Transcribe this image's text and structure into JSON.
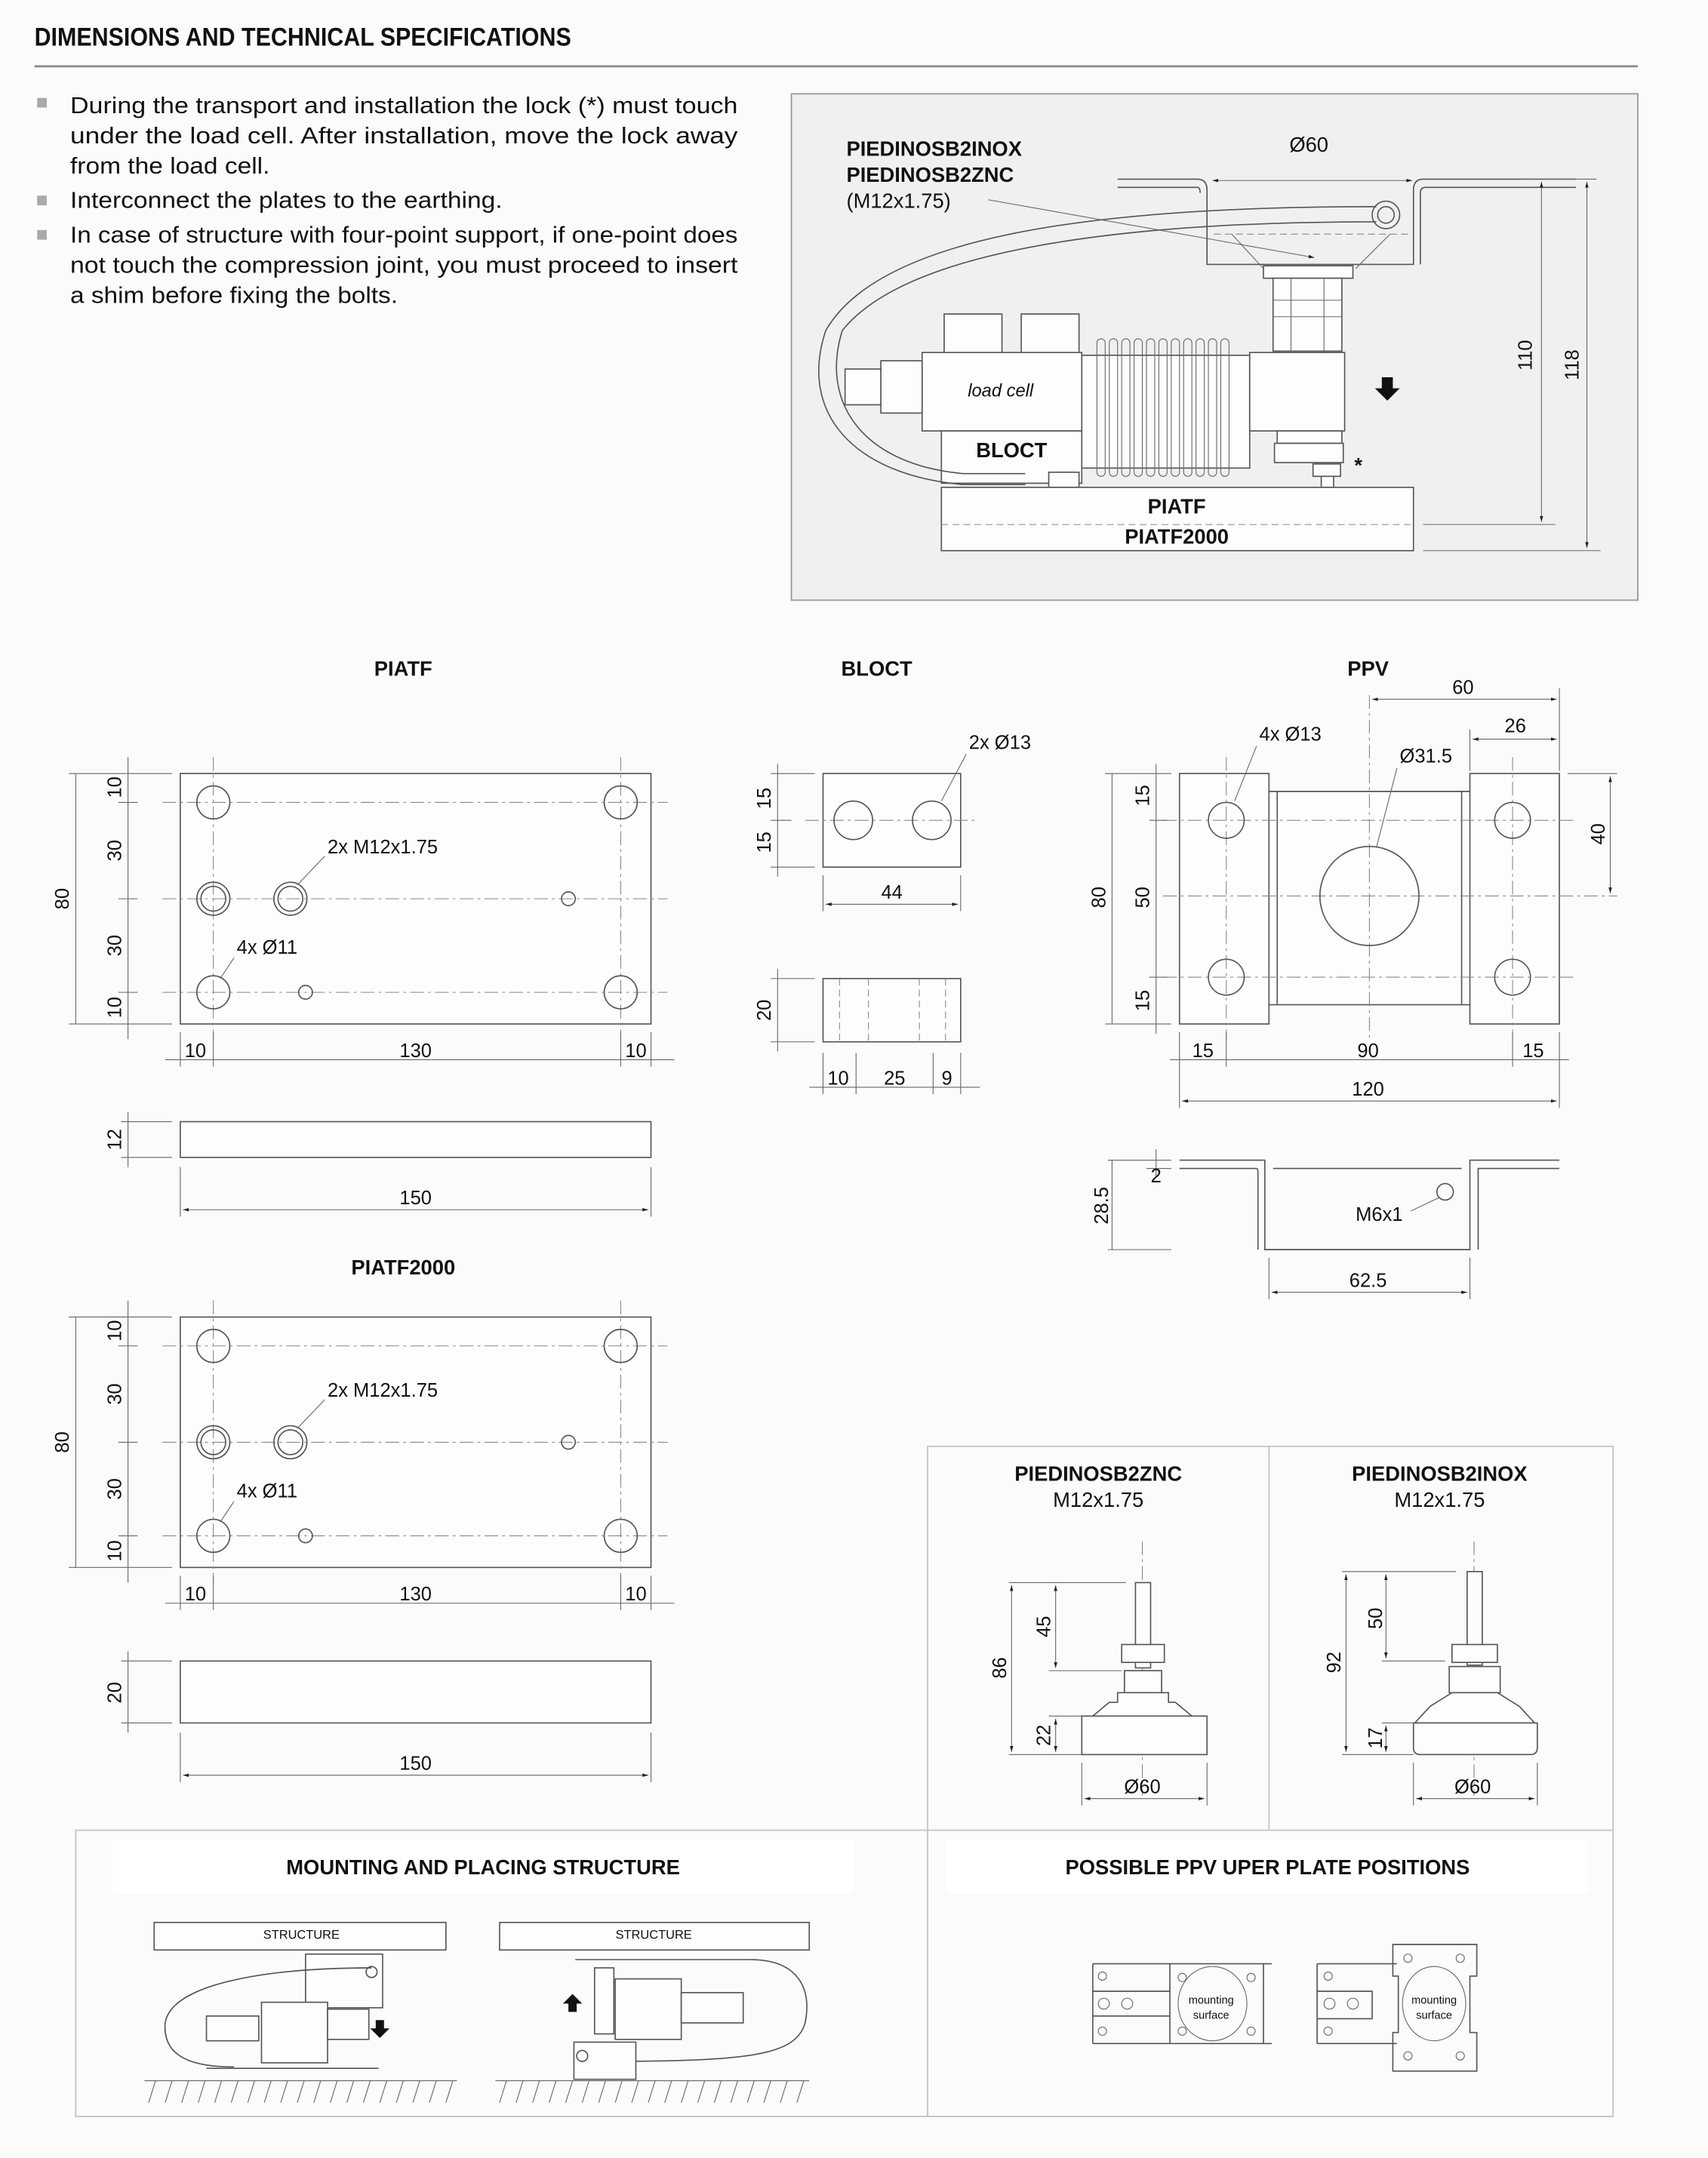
{
  "header": {
    "title": "DIMENSIONS AND TECHNICAL SPECIFICATIONS"
  },
  "notes": [
    [
      "During the transport and installation the lock (*) must touch",
      "under the load cell. After installation, move the lock away",
      "from the load cell."
    ],
    [
      "Interconnect the plates to the earthing."
    ],
    [
      "In case of structure with four-point support, if one-point does",
      "not touch the compression joint, you must proceed to insert",
      "a shim before fixing the bolts."
    ]
  ],
  "assembly": {
    "part_inox": "PIEDINOSB2INOX",
    "part_znc": "PIEDINOSB2ZNC",
    "thread": "(M12x1.75)",
    "diameter": "Ø60",
    "height_110": "110",
    "height_118": "118",
    "load_cell": "load cell",
    "bloct": "BLOCT",
    "piatf": "PIATF",
    "piatf2000": "PIATF2000",
    "lock_mark": "*"
  },
  "piatf": {
    "title": "PIATF",
    "v": [
      "10",
      "30",
      "30",
      "10"
    ],
    "total_h": "80",
    "thread_label": "2x M12x1.75",
    "hole_label": "4x Ø11",
    "h": [
      "10",
      "130",
      "10"
    ],
    "thickness": "12",
    "length": "150"
  },
  "piatf2000": {
    "title": "PIATF2000",
    "v": [
      "10",
      "30",
      "30",
      "10"
    ],
    "total_h": "80",
    "thread_label": "2x M12x1.75",
    "hole_label": "4x Ø11",
    "h": [
      "10",
      "130",
      "10"
    ],
    "thickness": "20",
    "length": "150"
  },
  "bloct": {
    "title": "BLOCT",
    "hole_label": "2x Ø13",
    "v": [
      "15",
      "15"
    ],
    "width": "44",
    "height": "20",
    "h": [
      "10",
      "25",
      "9"
    ]
  },
  "ppv": {
    "title": "PPV",
    "w60": "60",
    "w26": "26",
    "hole_label": "4x Ø13",
    "center_hole": "Ø31.5",
    "h40": "40",
    "v": [
      "15",
      "50",
      "15"
    ],
    "total_h": "80",
    "h": [
      "15",
      "90",
      "15"
    ],
    "total_w": "120",
    "thickness": "2",
    "height": "28.5",
    "thread": "M6x1",
    "inner_w": "62.5"
  },
  "feet": [
    {
      "title": "PIEDINOSB2ZNC",
      "thread": "M12x1.75",
      "stem": "45",
      "total": "86",
      "base": "22",
      "diameter": "Ø60"
    },
    {
      "title": "PIEDINOSB2INOX",
      "thread": "M12x1.75",
      "stem": "50",
      "total": "92",
      "base": "17",
      "diameter": "Ø60"
    }
  ],
  "mounting": {
    "title": "MOUNTING AND PLACING STRUCTURE",
    "structure_1": "STRUCTURE",
    "structure_2": "STRUCTURE"
  },
  "positions": {
    "title": "POSSIBLE PPV UPER PLATE POSITIONS",
    "label_1a": "mounting",
    "label_1b": "surface",
    "label_2a": "mounting",
    "label_2b": "surface"
  }
}
